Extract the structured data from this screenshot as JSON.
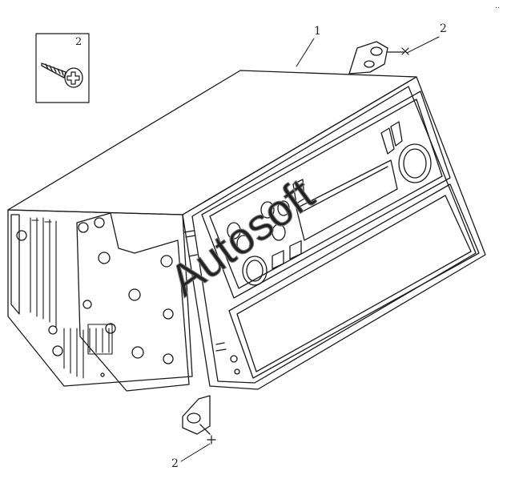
{
  "callouts": {
    "radio_unit": "1",
    "screw_inset": "2",
    "bracket_top_right": "2",
    "bracket_bottom": "2"
  },
  "watermark": "Autosoft",
  "corner_mark": "..",
  "colors": {
    "line": "#1a1a1a",
    "watermark": "#7a7a7a",
    "background": "#ffffff"
  }
}
